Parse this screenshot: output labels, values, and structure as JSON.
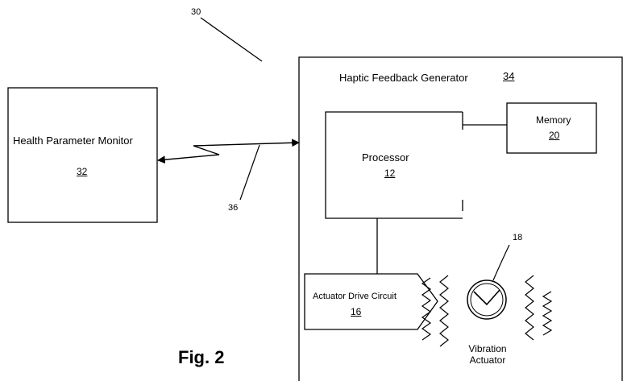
{
  "figure": {
    "caption": "Fig. 2",
    "system_ref": "30"
  },
  "monitor": {
    "title": "Health Parameter Monitor",
    "ref": "32"
  },
  "link": {
    "ref": "36"
  },
  "generator": {
    "title": "Haptic Feedback Generator",
    "ref": "34"
  },
  "processor": {
    "title": "Processor",
    "ref": "12"
  },
  "memory": {
    "title": "Memory",
    "ref": "20"
  },
  "drive_circuit": {
    "title": "Actuator Drive Circuit",
    "ref": "16"
  },
  "vibration_actuator": {
    "line1": "Vibration",
    "line2": "Actuator",
    "ref": "18"
  },
  "colors": {
    "line": "#000000",
    "background": "#ffffff"
  }
}
